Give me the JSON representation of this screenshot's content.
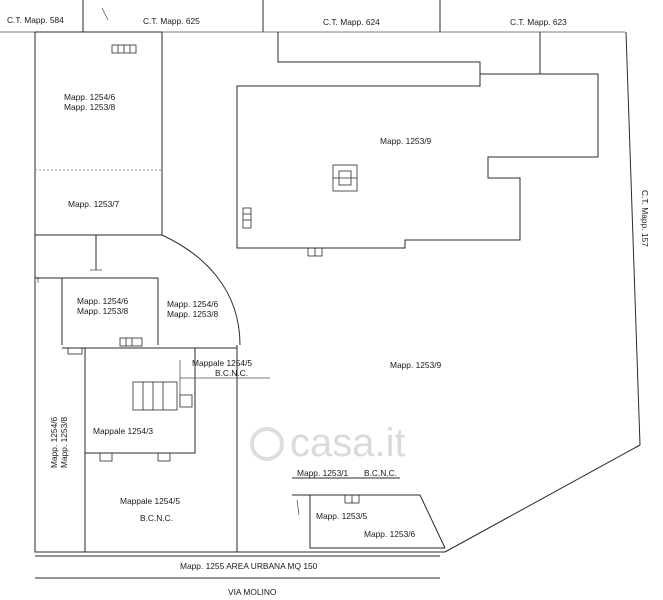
{
  "neighbors": {
    "top_1": "C.T. Mapp. 584",
    "top_2": "C.T. Mapp. 625",
    "top_3": "C.T. Mapp. 624",
    "top_4": "C.T. Mapp. 623",
    "right": "C.T. Mapp. 157"
  },
  "parcels": {
    "p1_l1": "Mapp. 1254/6",
    "p1_l2": "Mapp. 1253/8",
    "p2": "Mapp. 1253/7",
    "p3_l1": "Mapp. 1254/6",
    "p3_l2": "Mapp. 1253/8",
    "p4_l1": "Mapp. 1254/6",
    "p4_l2": "Mapp. 1253/8",
    "main_building": "Mapp. 1253/9",
    "courtyard": "Mapp. 1253/9",
    "mappale_5_l1": "Mappale 1254/5",
    "mappale_5_l2": "B.C.N.C.",
    "mappale_3": "Mappale 1254/3",
    "vertical_l1": "Mapp. 1254/6",
    "vertical_l2": "Mapp. 1253/8",
    "bottom_5_l1": "Mappale 1254/5",
    "bottom_5_l2": "B.C.N.C.",
    "m1253_1": "Mapp. 1253/1",
    "m1253_1_note": "B.C.N.C.",
    "m1253_5": "Mapp. 1253/5",
    "m1253_6": "Mapp. 1253/6"
  },
  "road": {
    "area_label": "Mapp. 1255  AREA URBANA MQ 150",
    "street": "VIA MOLINO"
  },
  "watermark": "casa.it"
}
